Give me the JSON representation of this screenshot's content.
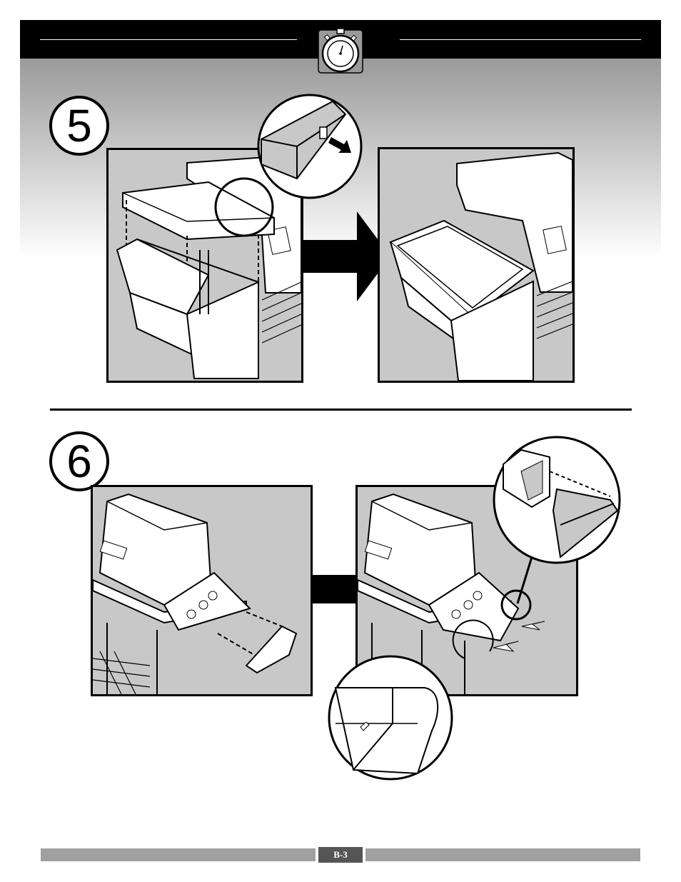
{
  "header": {
    "icon": "stopwatch-icon"
  },
  "steps": [
    {
      "number": "5"
    },
    {
      "number": "6"
    }
  ],
  "footer": {
    "page_label": "B-3"
  },
  "colors": {
    "header": "#000000",
    "panel": "#c8c8c8",
    "footer": "#a0a0a0",
    "page_label_bg": "#555555"
  }
}
